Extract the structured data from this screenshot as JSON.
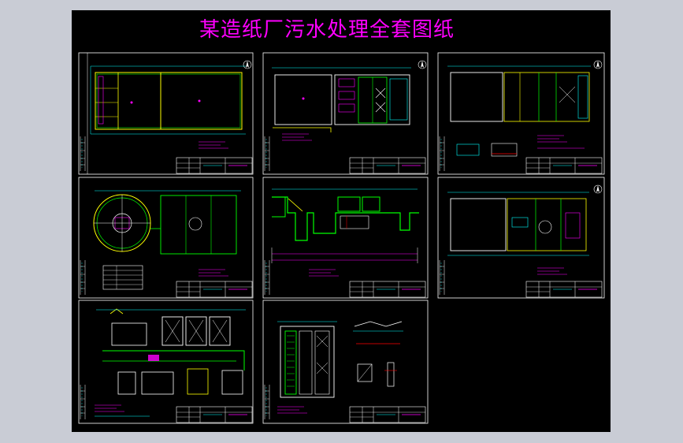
{
  "page": {
    "title": "某造纸厂污水处理全套图纸"
  },
  "colors": {
    "background": "#c9ccd5",
    "sheet": "#000000",
    "title": "#ff00ff",
    "frame": "#ffffff",
    "dimension": "#00ffff",
    "structure": "#ffff00",
    "pipe": "#00ff00",
    "annotation": "#ff00ff",
    "detail": "#ff0000"
  },
  "drawings": [
    {
      "id": "sheet-1",
      "content": "plan-rectangular-tanks"
    },
    {
      "id": "sheet-2",
      "content": "plan-building"
    },
    {
      "id": "sheet-3",
      "content": "plan-with-section-details"
    },
    {
      "id": "sheet-4",
      "content": "plan-circular-tank"
    },
    {
      "id": "sheet-5",
      "content": "profile-process-flow"
    },
    {
      "id": "sheet-6",
      "content": "plan-building-equipment"
    },
    {
      "id": "sheet-7",
      "content": "plan-equipment-layout"
    },
    {
      "id": "sheet-8",
      "content": "elevation-and-details"
    }
  ]
}
